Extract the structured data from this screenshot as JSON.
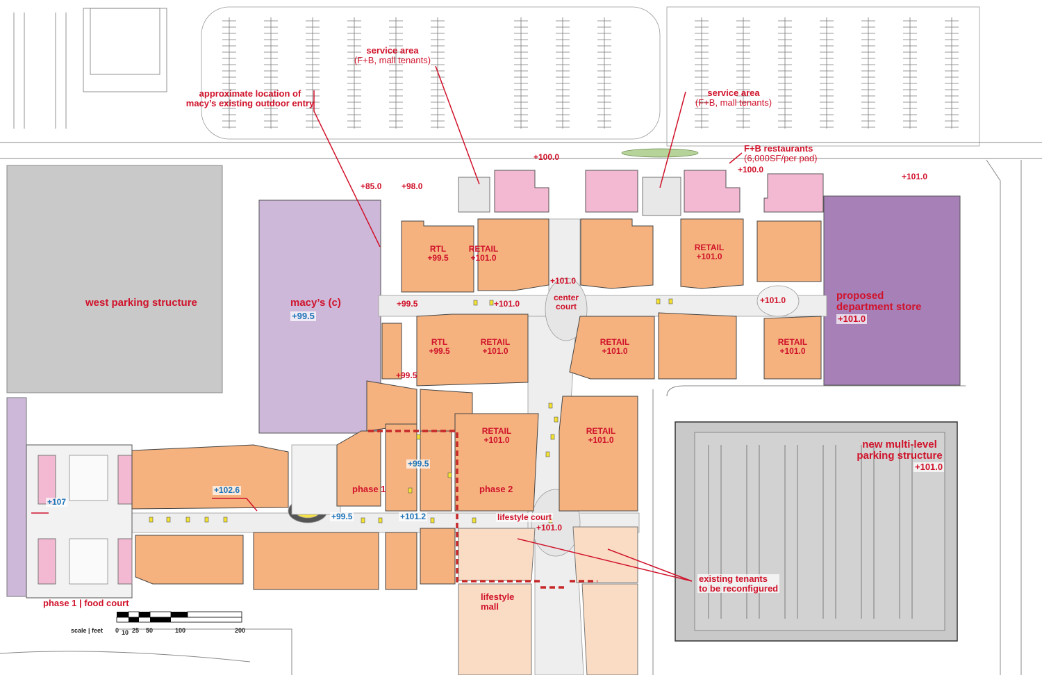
{
  "labels": {
    "west_parking": "west parking structure",
    "macys": "macy’s (c)",
    "macys_elev": "+99.5",
    "approx_title": "approximate location of",
    "approx_sub": "macy’s existing outdoor entry",
    "service1_title": "service area",
    "service1_sub": "(F+B, mall tenants)",
    "service2_title": "service area",
    "service2_sub": "(F+B, mall tenants)",
    "fb_title": "F+B restaurants",
    "fb_sub": "(6,000SF/per pad)",
    "proposed_title": "proposed",
    "proposed_sub": "department store",
    "proposed_elev": "+101.0",
    "new_parking_1": "new multi-level",
    "new_parking_2": "parking structure",
    "new_parking_elev": "+101.0",
    "center_court_1": "center",
    "center_court_2": "court",
    "lifestyle_court": "lifestyle court",
    "lifestyle_mall_1": "lifestyle",
    "lifestyle_mall_2": "mall",
    "phase1": "phase 1",
    "phase2": "phase 2",
    "phase1_food": "phase 1 | food court",
    "existing_1": "existing tenants",
    "existing_2": "to be reconfigured",
    "rtl": "RTL",
    "retail": "RETAIL",
    "scale_caption": "scale | feet",
    "scale_ticks": [
      "0",
      "10",
      "25",
      "50",
      "100",
      "200"
    ]
  },
  "elevations": {
    "e85": "+85.0",
    "e98": "+98.0",
    "e100a": "+100.0",
    "e100b": "+100.0",
    "e101_top": "+101.0",
    "rtl_a": "+99.5",
    "retail_a": "+101.0",
    "retail_b": "+101.0",
    "corr_995": "+99.5",
    "corr_1010": "+101.0",
    "center_1010": "+101.0",
    "right_1010": "+101.0",
    "rtl_b": "+99.5",
    "retail_c": "+101.0",
    "retail_d": "+101.0",
    "retail_e": "+101.0",
    "side_995": "+99.5",
    "retail_f": "+101.0",
    "retail_g": "+101.0",
    "phase1_995": "+99.5",
    "food_107": "+107",
    "food_1026": "+102.6",
    "mid_995": "+99.5",
    "mid_1012": "+101.2",
    "lifestyle_1010": "+101.0"
  },
  "colors": {
    "retail": "#f5b27f",
    "existing": "#fadcc4",
    "anchor_macys": "#cdb8d9",
    "anchor_new": "#a780b8",
    "restaurant_pad": "#f4b9d2",
    "parking_gray": "#c9c9c9",
    "annotation_red": "#d0122a",
    "elevation_blue": "#1d73b8"
  }
}
